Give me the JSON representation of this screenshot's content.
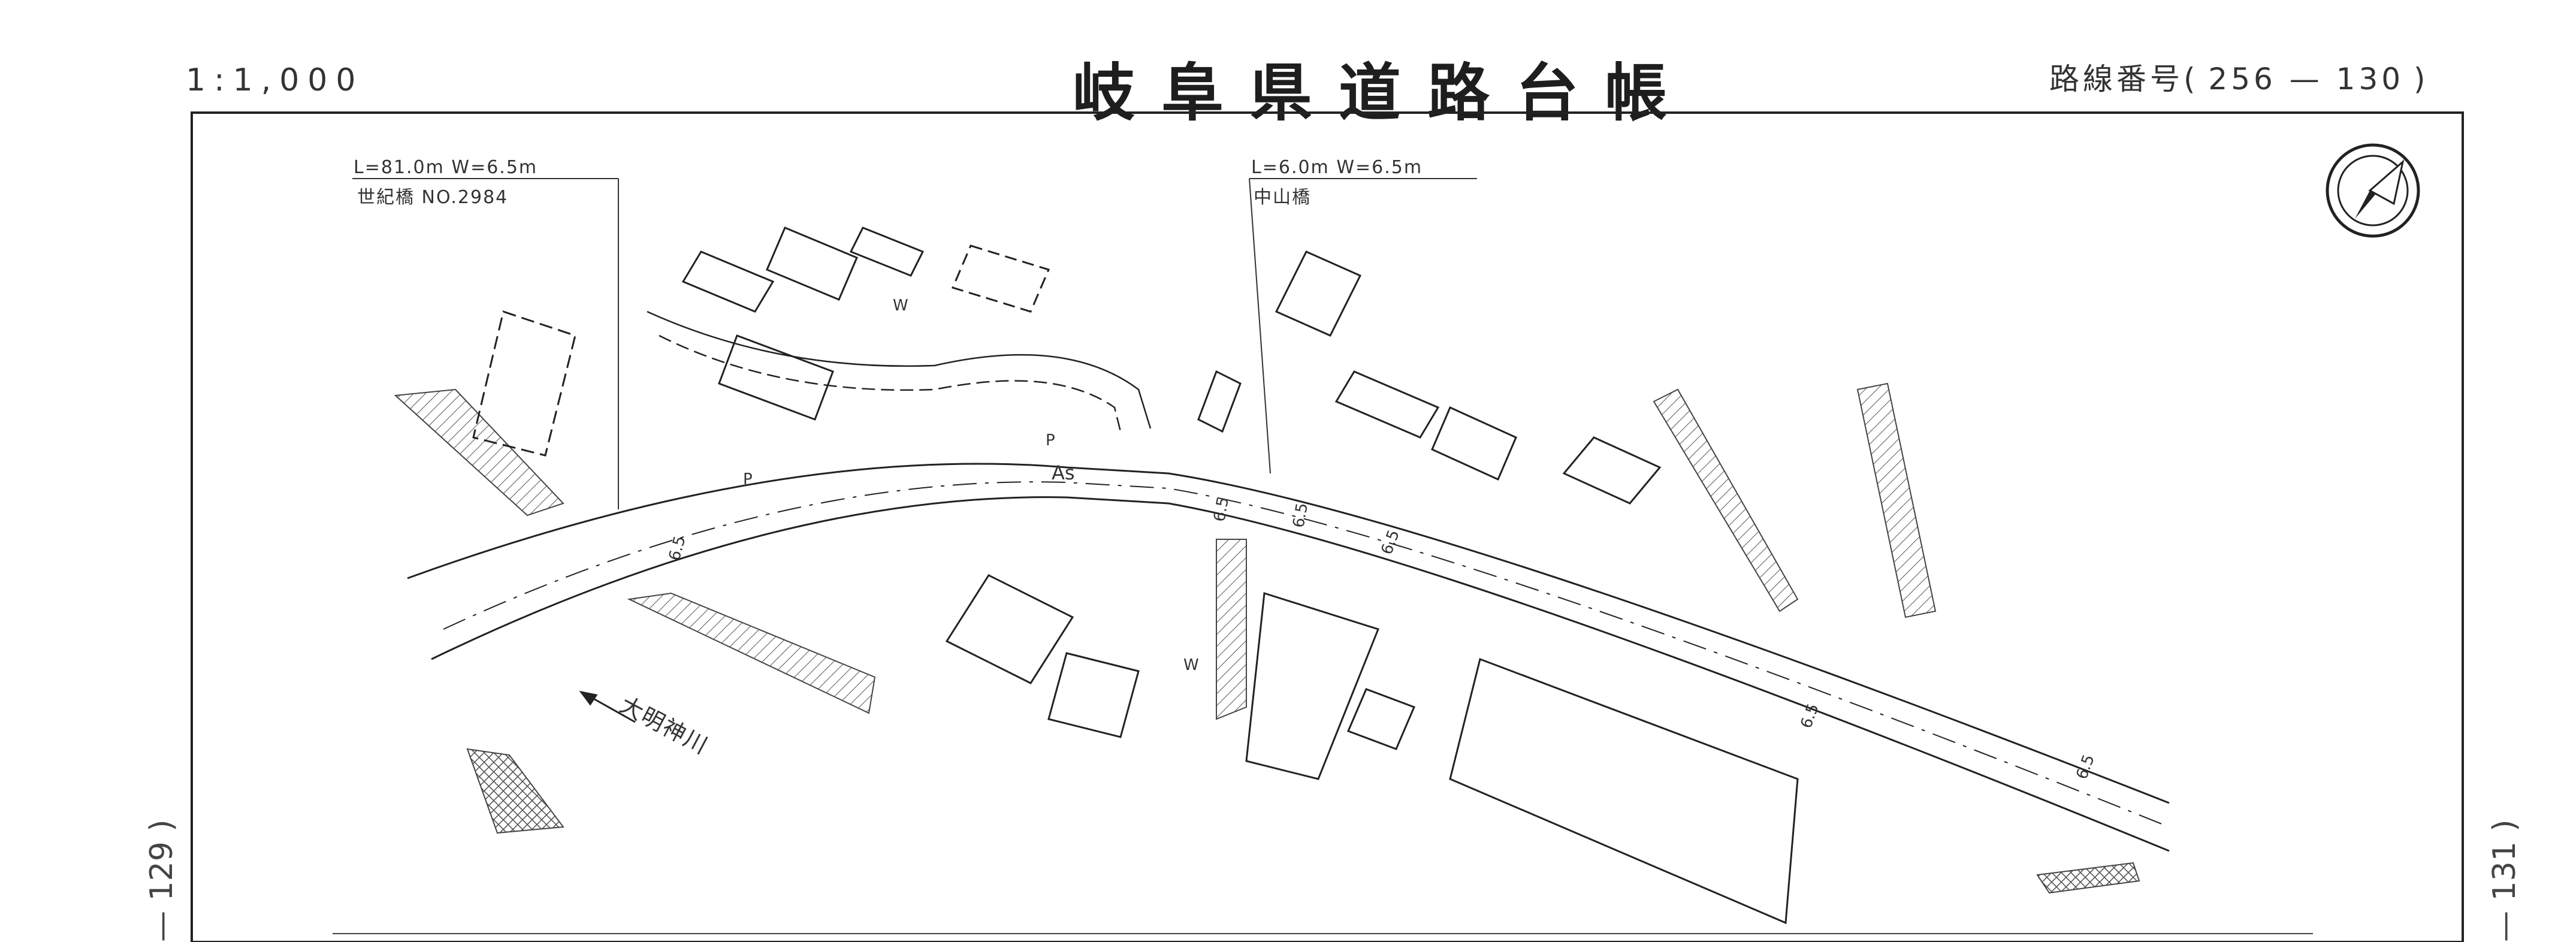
{
  "header": {
    "scale": "1:1,000",
    "title": "岐阜県道路台帳",
    "route_label": "路線番号",
    "route_open": "(",
    "route_number": "256 — 130",
    "route_close": ")"
  },
  "margins": {
    "left_sheet": "— 129 )",
    "right_sheet": "— 131 )"
  },
  "bridges": [
    {
      "dims": "L=81.0m  W=6.5m",
      "name": "世紀橋  NO.2984"
    },
    {
      "dims": "L=6.0m  W=6.5m",
      "name": "中山橋"
    }
  ],
  "river_label": "大明神川",
  "road_labels": {
    "surface": "As",
    "parking_1": "P",
    "parking_2": "P",
    "width_values": [
      "6.5",
      "6.5",
      "6.5",
      "6.5",
      "6.5",
      "6.5"
    ],
    "well_1": "W",
    "well_2": "W"
  },
  "north_arrow": "north-arrow-icon",
  "colors": {
    "ink": "#222222",
    "paper": "#ffffff",
    "hatch": "#555555"
  }
}
